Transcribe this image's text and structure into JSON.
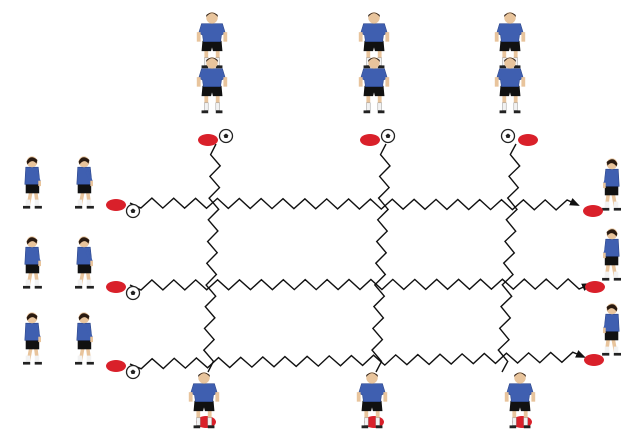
{
  "colors": {
    "background": "#ffffff",
    "jersey": "#3f5fb0",
    "jersey_dark": "#2c4588",
    "shorts": "#111111",
    "skin": "#e8c49c",
    "sock": "#f2f2f2",
    "cone": "#d9202a",
    "ball_fill": "#ffffff",
    "ball_stroke": "#222222",
    "dribble_line": "#111111"
  },
  "drill": {
    "top_groups": [
      {
        "players": 2,
        "cone": true,
        "ball": true
      },
      {
        "players": 2,
        "cone": true,
        "ball": true
      },
      {
        "players": 2,
        "cone": true,
        "ball": true
      }
    ],
    "left_rows": [
      {
        "players": 2,
        "cone": true,
        "ball": true
      },
      {
        "players": 2,
        "cone": true,
        "ball": true
      },
      {
        "players": 2,
        "cone": true,
        "ball": true
      }
    ],
    "right_rows": [
      {
        "players": 1,
        "cone": true
      },
      {
        "players": 1,
        "cone": true
      },
      {
        "players": 1,
        "cone": true
      }
    ],
    "bottom_players": [
      {
        "players": 1,
        "cone": true
      },
      {
        "players": 1,
        "cone": true
      },
      {
        "players": 1,
        "cone": true
      }
    ],
    "dribble_paths": {
      "horizontal": 3,
      "vertical": 3,
      "style": "zigzag",
      "arrowheads": true
    }
  }
}
